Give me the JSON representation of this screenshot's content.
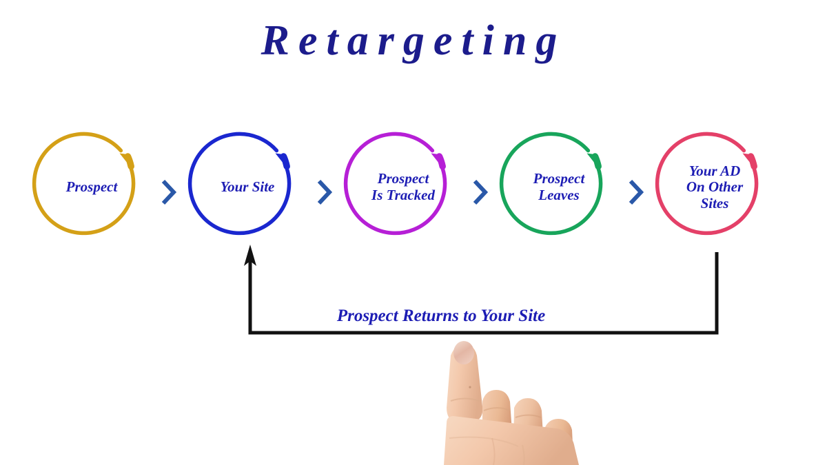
{
  "title": "Retargeting",
  "colors": {
    "title": "#1c1c8c",
    "label_text": "#1d1db4",
    "chevron": "#2a58a8",
    "loop_line": "#111111",
    "stage_1": "#d4a017",
    "stage_2": "#1a27cf",
    "stage_3": "#b61fd6",
    "stage_4": "#18a55b",
    "stage_5": "#e44068",
    "background": "#ffffff"
  },
  "stages": [
    {
      "id": "prospect",
      "lines": [
        "Prospect"
      ],
      "color": "#d4a017",
      "color_name": "goldenrod",
      "order": 1
    },
    {
      "id": "your-site",
      "lines": [
        "Your Site"
      ],
      "color": "#1a27cf",
      "color_name": "blue",
      "order": 2
    },
    {
      "id": "prospect-is-tracked",
      "lines": [
        "Prospect",
        "Is Tracked"
      ],
      "color": "#b61fd6",
      "color_name": "purple",
      "order": 3
    },
    {
      "id": "prospect-leaves",
      "lines": [
        "Prospect",
        "Leaves"
      ],
      "color": "#18a55b",
      "color_name": "green",
      "order": 4
    },
    {
      "id": "your-ad-on-other-sites",
      "lines": [
        "Your AD",
        "On Other",
        "Sites"
      ],
      "color": "#e44068",
      "color_name": "pink",
      "order": 5
    }
  ],
  "separators": [
    {
      "icon": "chevron-right-icon"
    },
    {
      "icon": "chevron-right-icon"
    },
    {
      "icon": "chevron-right-icon"
    },
    {
      "icon": "chevron-right-icon"
    }
  ],
  "feedback": {
    "label": "Prospect Returns to Your Site",
    "from_stage": "your-ad-on-other-sites",
    "to_stage": "your-site",
    "arrow": "arrow-up-icon"
  },
  "hand": {
    "icon": "pointing-hand-photo",
    "description": "Hand with index finger pointing up"
  }
}
